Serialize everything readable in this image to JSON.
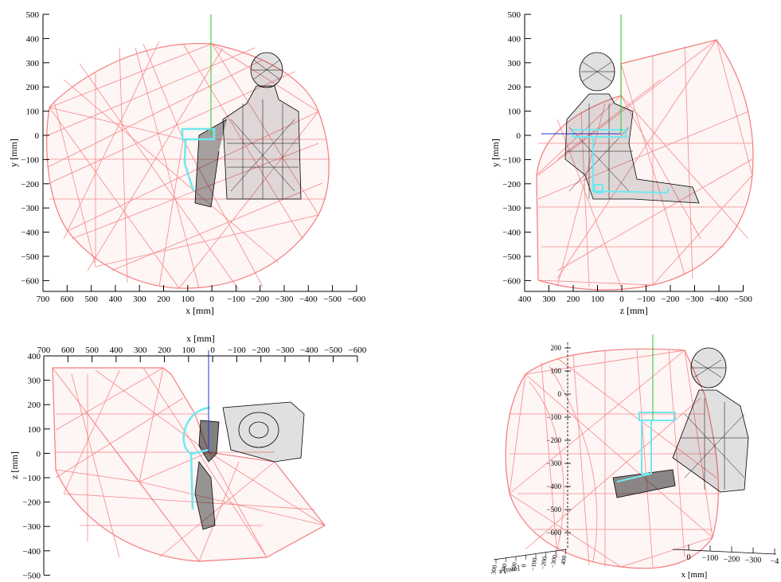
{
  "colors": {
    "workspace": "#f47c7c",
    "body": "#000000",
    "arm": "#6fe8ef",
    "y_axis": "#22cc22",
    "z_axis": "#2233cc",
    "axes": "#000000"
  },
  "chart_data": [
    {
      "type": "wireframe-projection",
      "view": "front",
      "xlabel": "x [mm]",
      "ylabel": "y [mm]",
      "x_ticks": [
        "700",
        "600",
        "500",
        "400",
        "300",
        "200",
        "100",
        "0",
        "−100",
        "−200",
        "−300",
        "−400",
        "−500",
        "−600"
      ],
      "y_ticks": [
        "500",
        "400",
        "300",
        "200",
        "100",
        "0",
        "−100",
        "−200",
        "−300",
        "−400",
        "−500",
        "−600"
      ],
      "xlim": [
        700,
        -600
      ],
      "ylim": [
        -650,
        500
      ]
    },
    {
      "type": "wireframe-projection",
      "view": "side",
      "xlabel": "z [mm]",
      "ylabel": "y [mm]",
      "x_ticks": [
        "400",
        "300",
        "200",
        "100",
        "0",
        "−100",
        "−200",
        "−300",
        "−400",
        "−500"
      ],
      "y_ticks": [
        "500",
        "400",
        "300",
        "200",
        "100",
        "0",
        "−100",
        "−200",
        "−300",
        "−400",
        "−500",
        "−600"
      ],
      "xlim": [
        400,
        -500
      ],
      "ylim": [
        -650,
        500
      ]
    },
    {
      "type": "wireframe-projection",
      "view": "top",
      "xlabel": "x [mm]",
      "ylabel": "z [mm]",
      "x_ticks": [
        "700",
        "600",
        "500",
        "400",
        "300",
        "200",
        "100",
        "0",
        "−100",
        "−200",
        "−300",
        "−400",
        "−500",
        "−600"
      ],
      "y_ticks": [
        "400",
        "300",
        "200",
        "100",
        "0",
        "−100",
        "−200",
        "−300",
        "−400",
        "−500"
      ],
      "xlim": [
        700,
        -600
      ],
      "ylim": [
        -520,
        400
      ]
    },
    {
      "type": "wireframe-3d",
      "view": "perspective",
      "xlabel": "x [mm]",
      "zlabel": "z [mm]",
      "x_ticks": [
        "0",
        "−100",
        "−200",
        "−300",
        "−4"
      ],
      "z_ticks": [
        "300",
        "200",
        "100",
        "0",
        "−100",
        "−200",
        "−300",
        "400"
      ],
      "y_ticks": [
        "200",
        "100",
        "0",
        "−100",
        "−200",
        "−300",
        "−400",
        "−500",
        "−600"
      ]
    }
  ]
}
